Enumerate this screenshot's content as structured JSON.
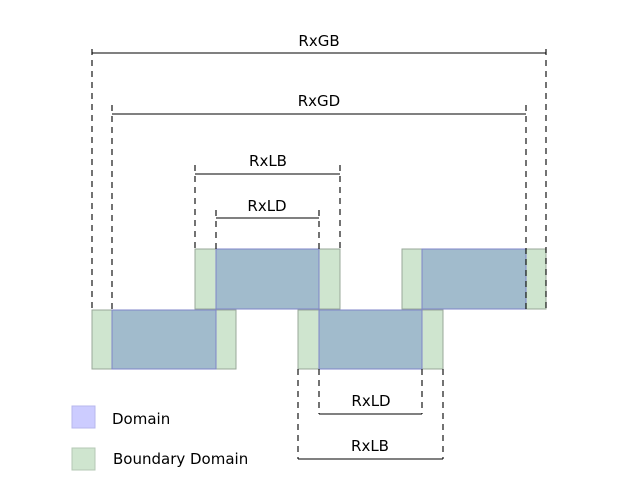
{
  "colors": {
    "domain": "#ccccff",
    "boundary_domain": "#cfe5cf",
    "overlap": "#a1bbcc",
    "line": "#000000"
  },
  "dimensions": {
    "rxgb": "RxGB",
    "rxgd": "RxGD",
    "rxlb_top": "RxLB",
    "rxld_top": "RxLD",
    "rxld_bottom": "RxLD",
    "rxlb_bottom": "RxLB"
  },
  "legend": {
    "domain": "Domain",
    "boundary_domain": "Boundary Domain"
  }
}
